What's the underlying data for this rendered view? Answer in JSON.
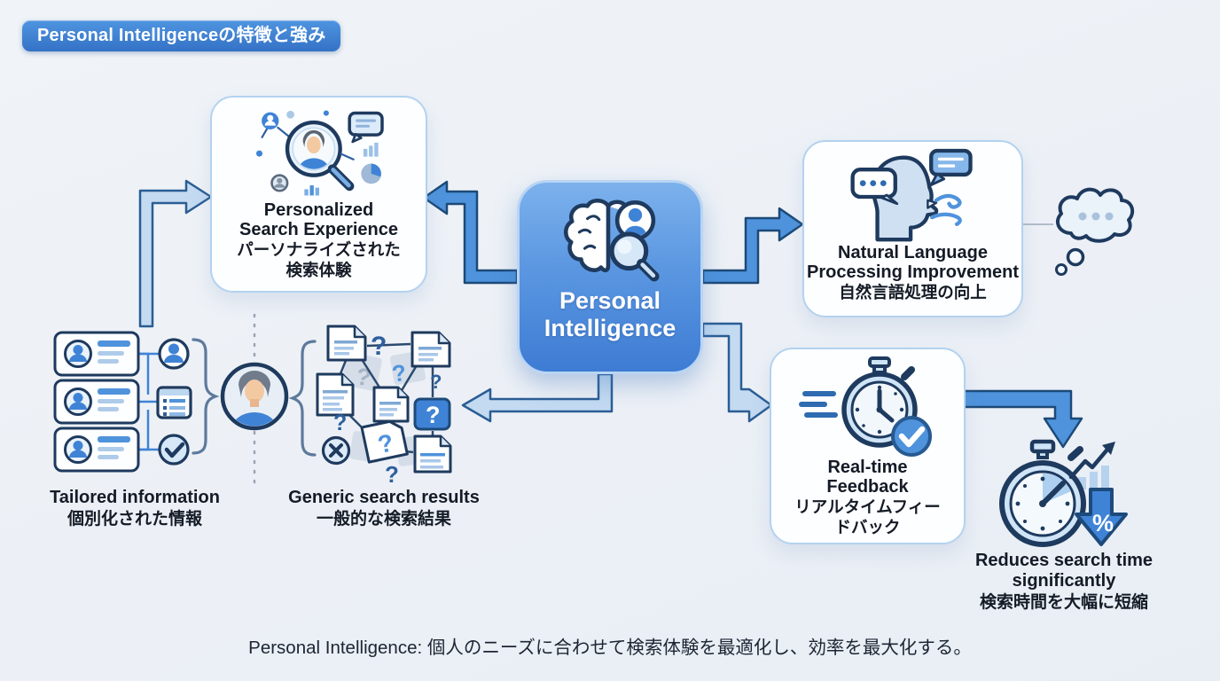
{
  "badge": {
    "label": "Personal Intelligenceの特徴と強み"
  },
  "center_node": {
    "line1": "Personal",
    "line2": "Intelligence"
  },
  "boxes": {
    "personalized": {
      "lines": [
        "Personalized",
        "Search Experience",
        "パーソナライズされた",
        "検索体験"
      ]
    },
    "nlp": {
      "lines": [
        "Natural Language",
        "Processing Improvement",
        "自然言語処理の向上"
      ]
    },
    "realtime": {
      "lines": [
        "Real-time",
        "Feedback",
        "リアルタイムフィー",
        "ドバック"
      ]
    }
  },
  "labels": {
    "tailored": {
      "lines": [
        "Tailored information",
        "個別化された情報"
      ]
    },
    "generic": {
      "lines": [
        "Generic search results",
        "一般的な検索結果"
      ]
    },
    "reduces": {
      "lines": [
        "Reduces search time",
        "significantly",
        "検索時間を大幅に短縮"
      ]
    }
  },
  "caption": "Personal Intelligence: 個人のニーズに合わせて検索体験を最適化し、効率を最大化する。",
  "glyphs": {
    "question_mark": "?",
    "percent": "%"
  },
  "icons": {
    "center": "brain-search-icon",
    "personalized": "person-magnifier-icon",
    "nlp": "speaking-head-icon",
    "realtime": "stopwatch-check-icon",
    "reduces": "stopwatch-reduction-icon",
    "tailored": "profile-cards-icon",
    "generic": "documents-question-icon",
    "cloud": "thought-cloud-icon"
  },
  "palette": {
    "background": "#edf1f6",
    "brand_blue": "#3f83d6",
    "badge_blue": "#3d7fd3",
    "navy_outline": "#1e3a5e",
    "box_border": "#b3d2ef",
    "pale_arrow": "#c3daf1",
    "solid_arrow": "#4e93dc",
    "text_dark": "#141b26"
  }
}
